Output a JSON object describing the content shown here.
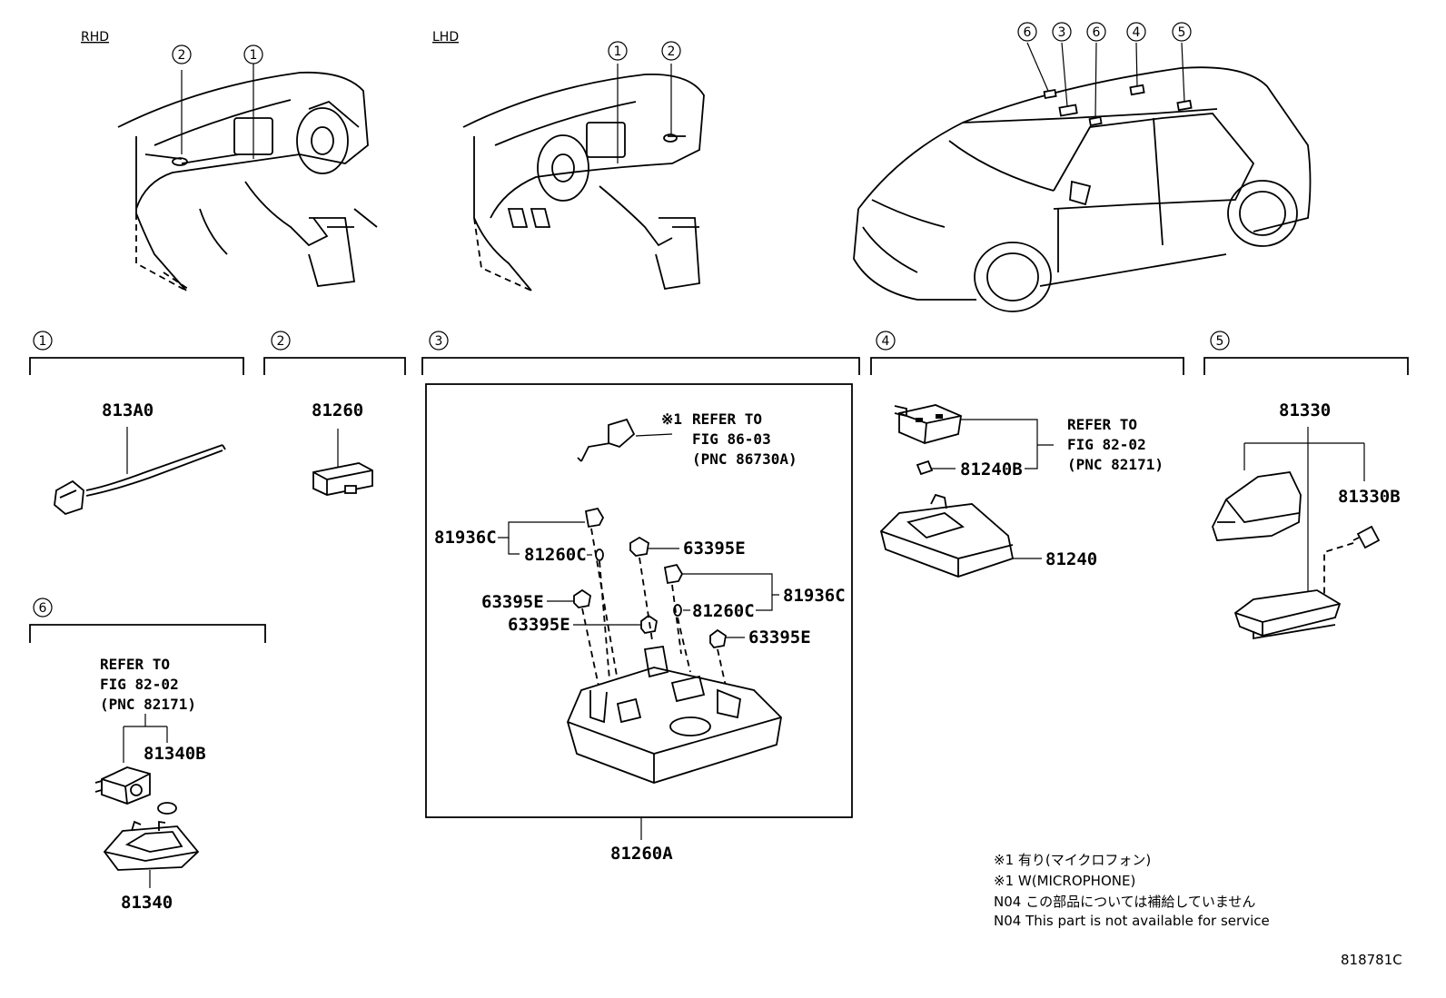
{
  "overview": {
    "rhd_label": "RHD",
    "lhd_label": "LHD",
    "rhd_callouts": [
      "2",
      "1"
    ],
    "lhd_callouts": [
      "1",
      "2"
    ],
    "car_callouts": [
      "6",
      "3",
      "6",
      "4",
      "5"
    ]
  },
  "sections": [
    {
      "number": "1"
    },
    {
      "number": "2"
    },
    {
      "number": "3"
    },
    {
      "number": "4"
    },
    {
      "number": "5"
    },
    {
      "number": "6"
    }
  ],
  "parts": {
    "p813A0": "813A0",
    "p81260": "81260",
    "p81260A": "81260A",
    "p81936C_a": "81936C",
    "p81936C_b": "81936C",
    "p81260C_a": "81260C",
    "p81260C_b": "81260C",
    "p63395E_a": "63395E",
    "p63395E_b": "63395E",
    "p63395E_c": "63395E",
    "p63395E_d": "63395E",
    "p81240B": "81240B",
    "p81240": "81240",
    "p81330": "81330",
    "p81330B": "81330B",
    "p81340B": "81340B",
    "p81340": "81340"
  },
  "references": {
    "sec3": {
      "mark": "※1",
      "line1": "REFER TO",
      "line2": "FIG 86-03",
      "line3": "(PNC 86730A)"
    },
    "sec4": {
      "line1": "REFER TO",
      "line2": "FIG 82-02",
      "line3": "(PNC 82171)"
    },
    "sec6": {
      "line1": "REFER TO",
      "line2": "FIG 82-02",
      "line3": "(PNC 82171)"
    }
  },
  "notes": [
    "※1 有り(マイクロフォン)",
    "※1 W(MICROPHONE)",
    "N04 この部品については補給していません",
    "N04 This part is not available for service"
  ],
  "figure_code": "818781C"
}
